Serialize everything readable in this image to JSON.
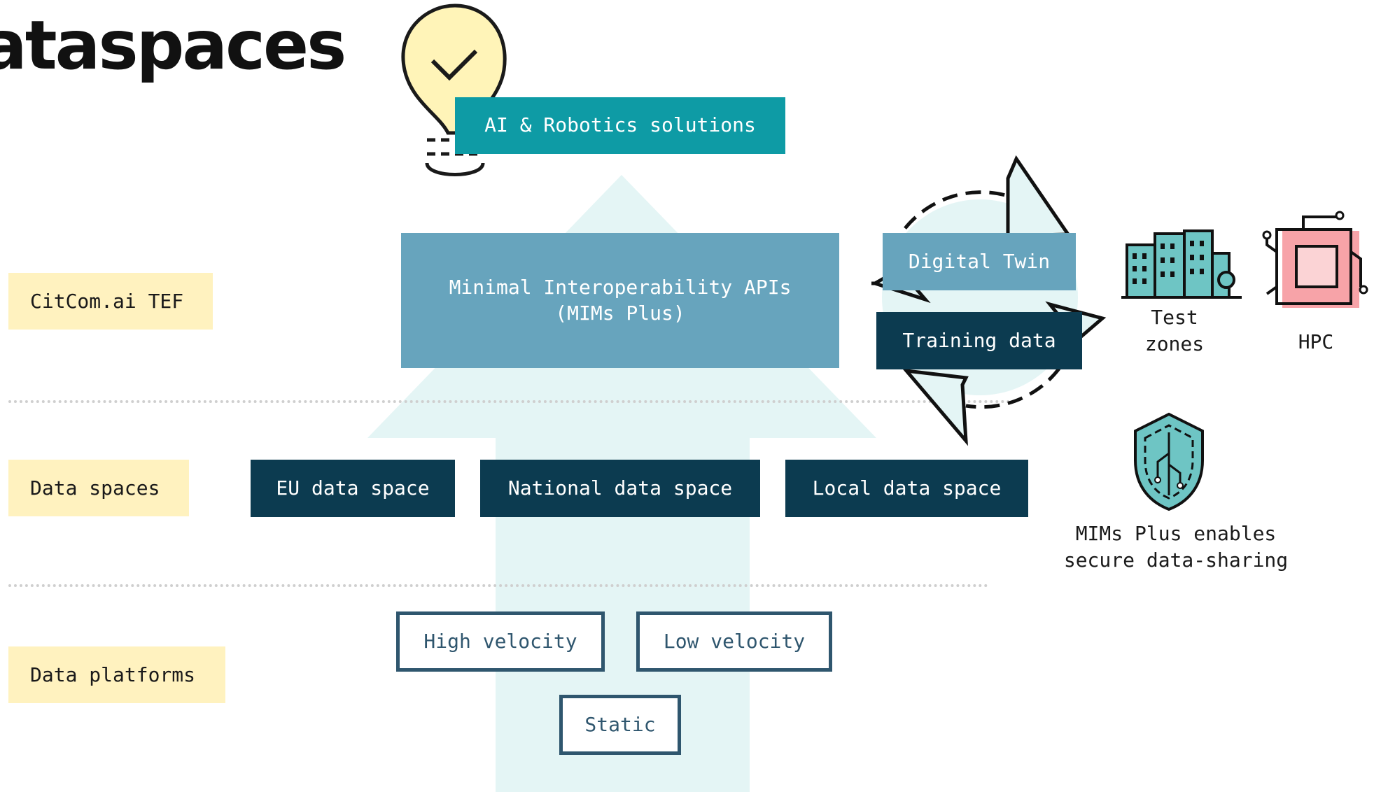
{
  "title": "ataspaces",
  "layers": {
    "tef": "CitCom.ai TEF",
    "data_spaces": "Data spaces",
    "data_platforms": "Data platforms"
  },
  "boxes": {
    "ai_robotics": "AI & Robotics solutions",
    "mims": "Minimal Interoperability APIs\n(MIMs Plus)",
    "digital_twin": "Digital Twin",
    "training_data": "Training data",
    "eu_data_space": "EU data space",
    "national_data_space": "National data space",
    "local_data_space": "Local data space",
    "high_velocity": "High velocity",
    "low_velocity": "Low velocity",
    "static": "Static"
  },
  "icons": {
    "test_zones": "Test\nzones",
    "hpc": "HPC",
    "secure_sharing": "MIMs Plus enables\nsecure data-sharing"
  },
  "colors": {
    "dark_navy": "#0c3b50",
    "teal": "#0e9ba5",
    "steel_blue": "#67a4bd",
    "label_yellow": "#fff2bf",
    "arrow_bg": "#e4f5f5",
    "pink": "#f7a3a8"
  }
}
